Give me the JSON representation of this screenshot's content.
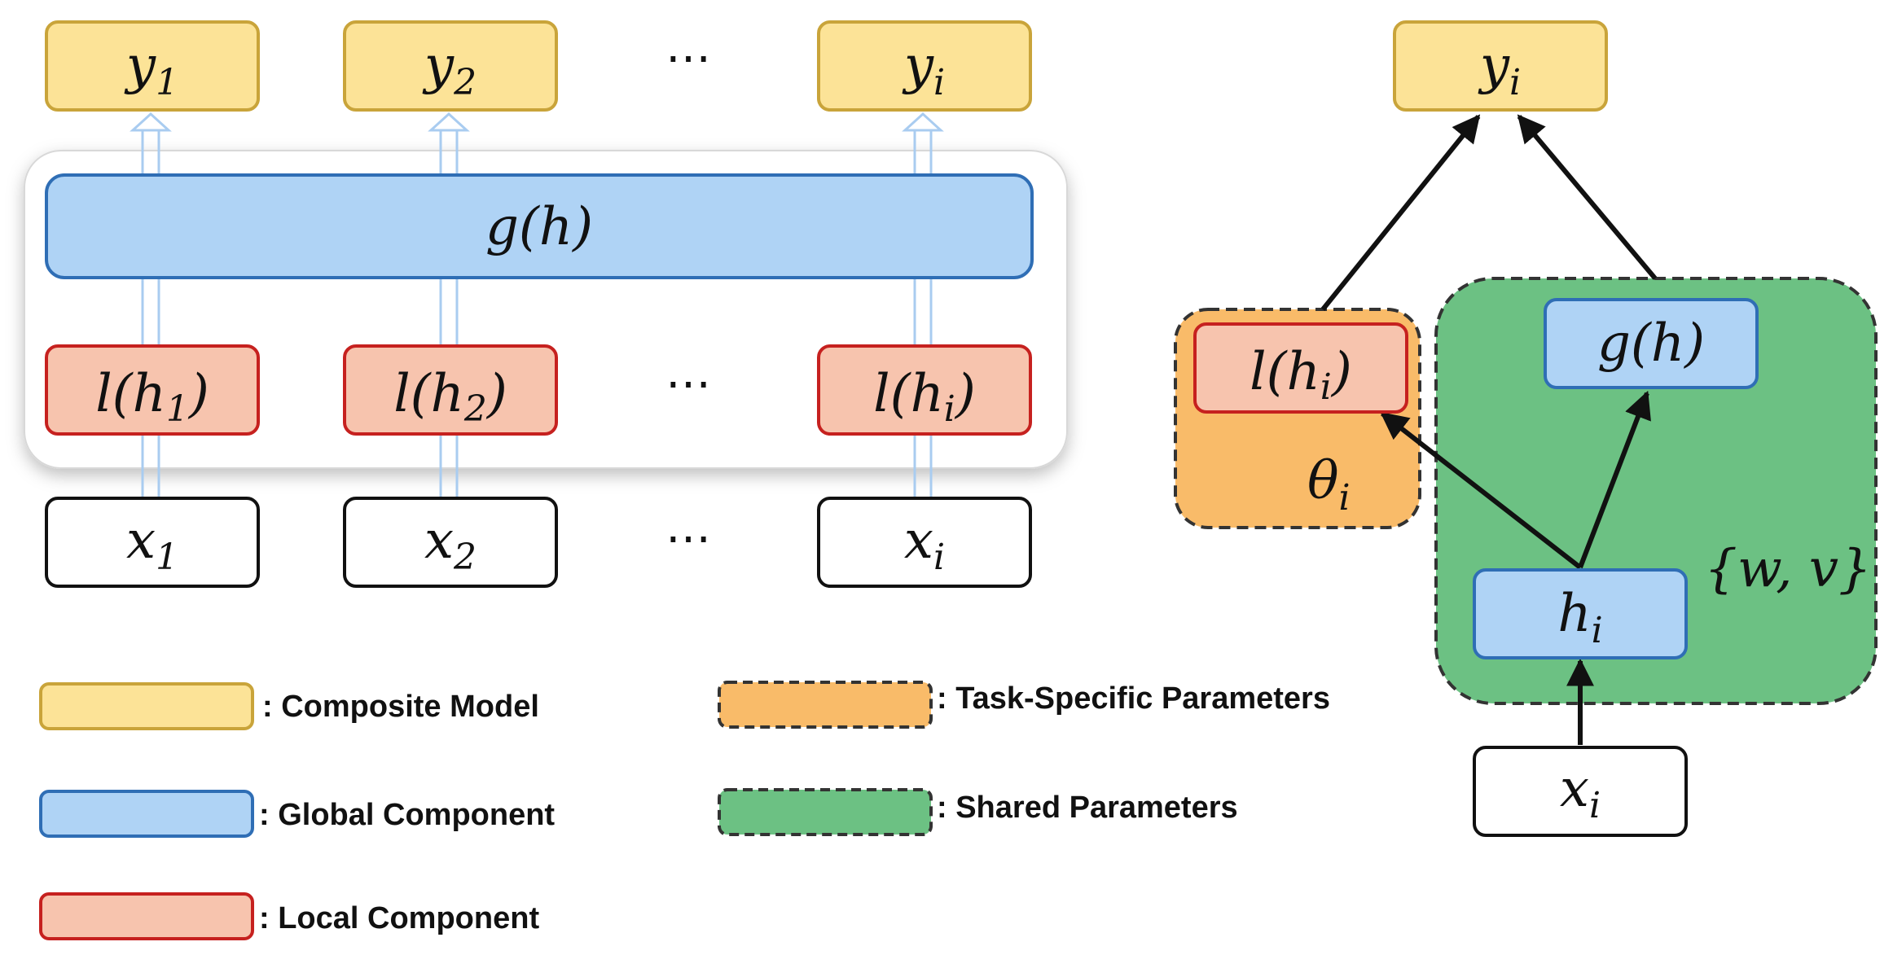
{
  "left_diagram": {
    "outputs": [
      "y",
      "y",
      "y"
    ],
    "output_subscripts": [
      "1",
      "2",
      "i"
    ],
    "global_label": "g(h)",
    "locals": [
      "l(h",
      "l(h",
      "l(h"
    ],
    "local_subscripts": [
      "1",
      "2",
      "i"
    ],
    "local_close": ")",
    "inputs": [
      "x",
      "x",
      "x"
    ],
    "input_subscripts": [
      "1",
      "2",
      "i"
    ],
    "ellipsis": "⋯"
  },
  "right_diagram": {
    "output": "y",
    "output_sub": "i",
    "local": "l(h",
    "local_sub": "i",
    "local_close": ")",
    "theta": "θ",
    "theta_sub": "i",
    "global": "g(h)",
    "hidden": "h",
    "hidden_sub": "i",
    "input": "x",
    "input_sub": "i",
    "shared_params": "{w, v}"
  },
  "legend": {
    "composite": ": Composite Model",
    "global": ": Global Component",
    "local": ": Local Component",
    "task_specific": ": Task-Specific Parameters",
    "shared": ": Shared Parameters"
  },
  "colors": {
    "yellow_fill": "#FCE397",
    "yellow_stroke": "#C9A43A",
    "blue_fill": "#AFD3F5",
    "blue_stroke": "#2F6EB5",
    "red_fill": "#F7C4AE",
    "red_stroke": "#C6211F",
    "orange_fill": "#F9BB69",
    "green_fill": "#6CC183"
  }
}
